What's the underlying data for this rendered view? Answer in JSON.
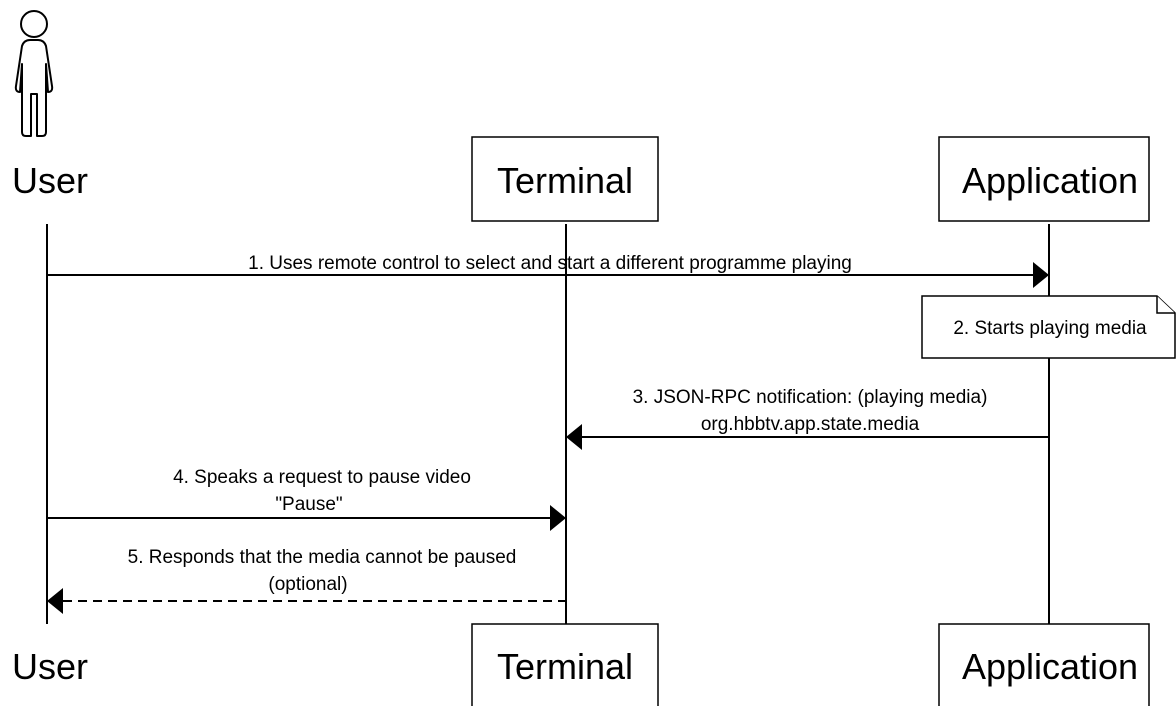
{
  "participants": {
    "user": "User",
    "terminal": "Terminal",
    "application": "Application"
  },
  "messages": [
    {
      "lines": [
        "1. Uses remote control to select and start a different programme playing"
      ]
    },
    {
      "lines": [
        "2. Starts playing media"
      ]
    },
    {
      "lines": [
        "3. JSON-RPC notification: (playing media)",
        "org.hbbtv.app.state.media"
      ]
    },
    {
      "lines": [
        "4. Speaks a request to pause video",
        "\"Pause\""
      ]
    },
    {
      "lines": [
        "5. Responds that the media cannot be paused",
        "(optional)"
      ]
    }
  ]
}
